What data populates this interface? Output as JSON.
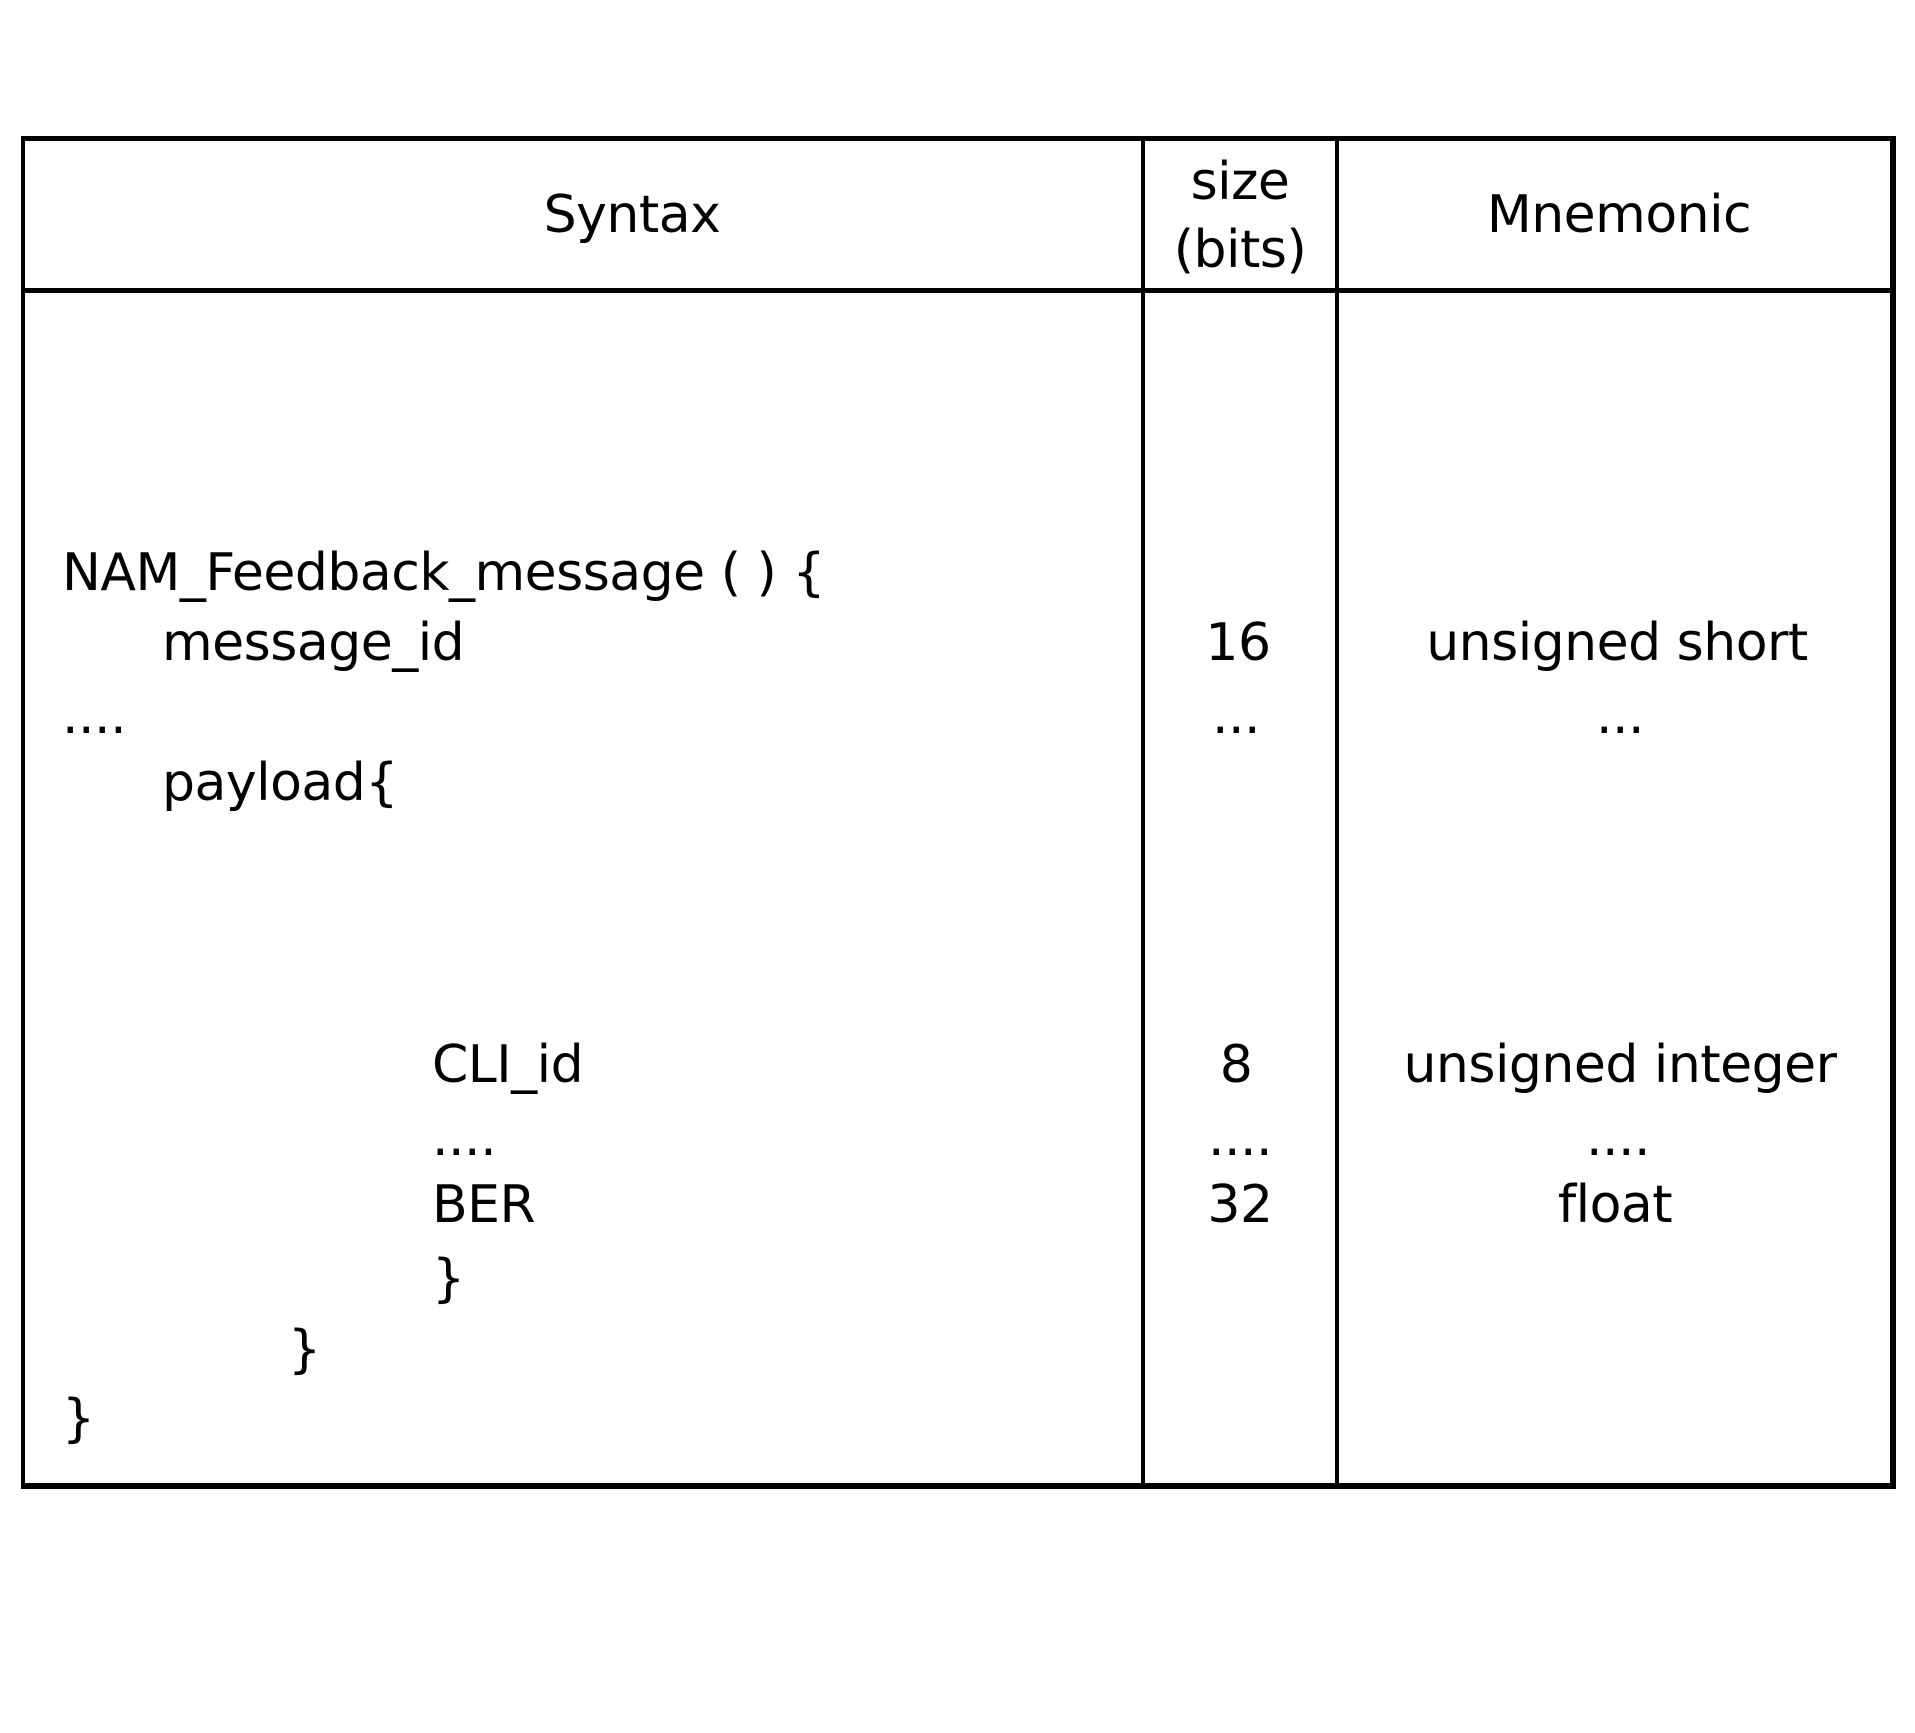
{
  "table": {
    "headers": {
      "syntax": "Syntax",
      "size_line1": "size",
      "size_line2": "(bits)",
      "mnemonic": "Mnemonic"
    },
    "rows": [
      {
        "syntax": "NAM_Feedback_message ( ) {",
        "size": "",
        "mnemonic": ""
      },
      {
        "syntax": "message_id",
        "size": "16",
        "mnemonic": "unsigned short"
      },
      {
        "syntax": "....",
        "size": "...",
        "mnemonic": "..."
      },
      {
        "syntax": "payload{",
        "size": "",
        "mnemonic": ""
      },
      {
        "syntax": "CLI_id",
        "size": "8",
        "mnemonic": "unsigned integer"
      },
      {
        "syntax": "....",
        "size": "....",
        "mnemonic": "...."
      },
      {
        "syntax": "BER",
        "size": "32",
        "mnemonic": "float"
      },
      {
        "syntax": "}",
        "size": "",
        "mnemonic": ""
      },
      {
        "syntax": "}",
        "size": "",
        "mnemonic": ""
      },
      {
        "syntax": "}",
        "size": "",
        "mnemonic": ""
      }
    ]
  }
}
